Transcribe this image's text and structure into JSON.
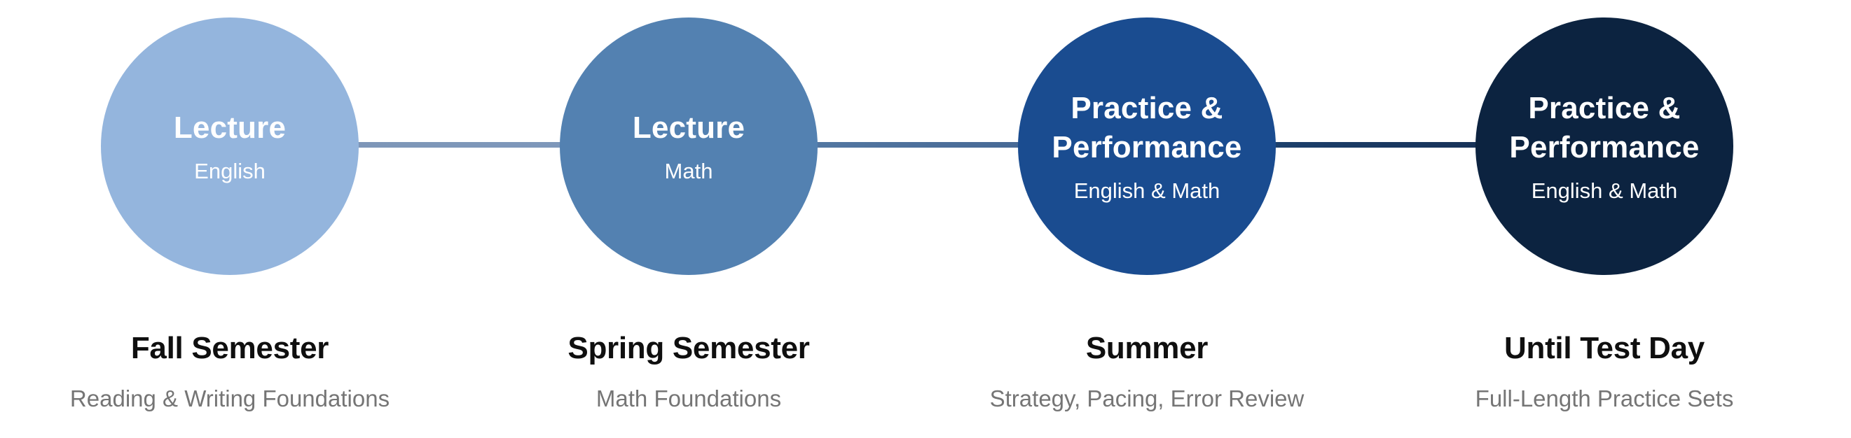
{
  "page": {
    "background": "#ffffff"
  },
  "colors": {
    "circle_text": "#ffffff",
    "label_title": "#0f0f0f",
    "label_subtitle": "#757575"
  },
  "timeline": {
    "stages": [
      {
        "circle": {
          "color": "#94b5dd",
          "title": "Lecture",
          "subtitle": "English"
        },
        "label": {
          "title": "Fall Semester",
          "subtitle": "Reading & Writing Foundations"
        }
      },
      {
        "circle": {
          "color": "#5381b1",
          "title": "Lecture",
          "subtitle": "Math"
        },
        "label": {
          "title": "Spring Semester",
          "subtitle": "Math Foundations"
        }
      },
      {
        "circle": {
          "color": "#1a4c90",
          "title": "Practice &\nPerformance",
          "subtitle": "English & Math"
        },
        "label": {
          "title": "Summer",
          "subtitle": "Strategy, Pacing, Error Review"
        }
      },
      {
        "circle": {
          "color": "#0c2340",
          "title": "Practice &\nPerformance",
          "subtitle": "English & Math"
        },
        "label": {
          "title": "Until Test Day",
          "subtitle": "Full-Length Practice Sets"
        }
      }
    ],
    "connectors": [
      {
        "from_color": "#7e96b6",
        "to_color": "#7e98bc"
      },
      {
        "from_color": "#5a7fa9",
        "to_color": "#40618e"
      },
      {
        "from_color": "#1f4979",
        "to_color": "#14294b"
      }
    ]
  }
}
